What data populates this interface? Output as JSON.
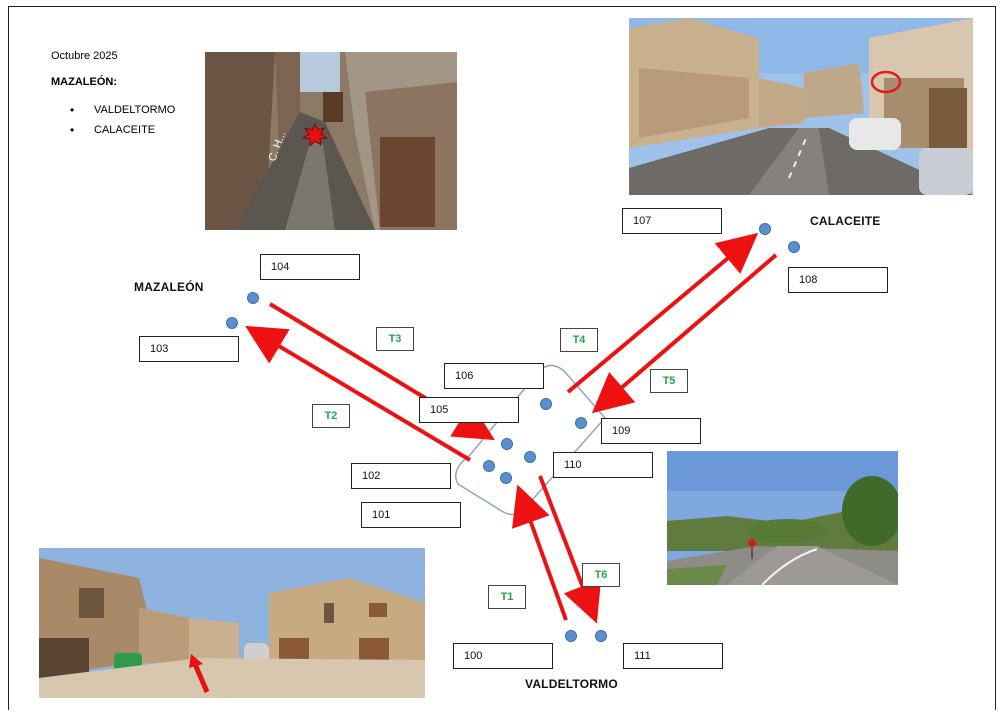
{
  "header": {
    "date": "Octubre 2025",
    "title": "MAZALEÓN:",
    "destinations": [
      "VALDELTORMO",
      "CALACEITE"
    ]
  },
  "towns": {
    "mazaleon": "MAZALEÓN",
    "calaceite": "CALACEITE",
    "valdeltormo": "VALDELTORMO"
  },
  "stops": {
    "s100": "100",
    "s101": "101",
    "s102": "102",
    "s103": "103",
    "s104": "104",
    "s105": "105",
    "s106": "106",
    "s107": "107",
    "s108": "108",
    "s109": "109",
    "s110": "110",
    "s111": "111"
  },
  "routes": {
    "t1": "T1",
    "t2": "T2",
    "t3": "T3",
    "t4": "T4",
    "t5": "T5",
    "t6": "T6"
  },
  "colors": {
    "arrow": "#ee1111",
    "route_label": "#2aa34a",
    "stop_dot": "#5b8fd0",
    "roundabout": "#8fa7c4"
  },
  "photos": [
    {
      "name": "narrow-street-photo",
      "annotation": "red-star-marker"
    },
    {
      "name": "calaceite-street-photo",
      "annotation": "red-circle-marker"
    },
    {
      "name": "mazaleon-village-photo",
      "annotation": "red-arrow-marker"
    },
    {
      "name": "road-junction-photo",
      "annotation": "none"
    }
  ]
}
